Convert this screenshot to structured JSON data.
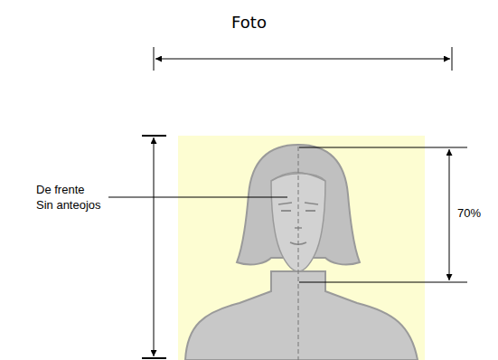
{
  "diagram": {
    "title": "Foto",
    "labels": [
      "De frente Sin anteojos",
      "70%"
    ]
  }
}
